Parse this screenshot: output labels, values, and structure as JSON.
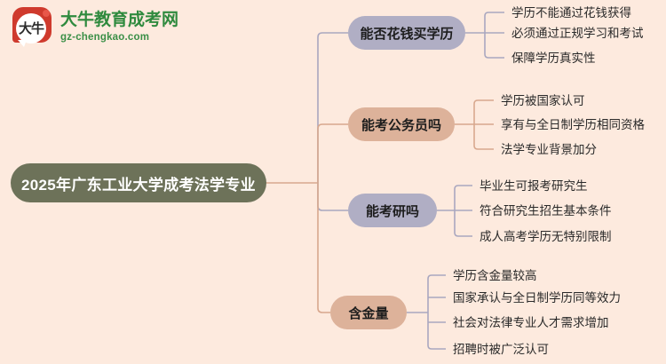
{
  "header": {
    "logo_icon": "daniu-speech-bubble-logo",
    "logo_disc_text": "大牛",
    "brand_name": "大牛教育成考网",
    "brand_url": "gz-chengkao.com",
    "brand_color": "#2f8a3e"
  },
  "colors": {
    "background": "#fdeade",
    "root_fill": "#6d7259",
    "root_text": "#ffffff",
    "branch_purple": "#b0aec4",
    "branch_tan": "#ddb29a",
    "connector_purple": "#a9a7bf",
    "connector_tan": "#d8a88e",
    "leaf_text": "#2a2a2a"
  },
  "mindmap": {
    "root": {
      "label": "2025年广东工业大学成考法学专业"
    },
    "branches": [
      {
        "label": "能否花钱买学历",
        "color": "#b0aec4",
        "leaves": [
          "学历不能通过花钱获得",
          "必须通过正规学习和考试",
          "保障学历真实性"
        ]
      },
      {
        "label": "能考公务员吗",
        "color": "#ddb29a",
        "leaves": [
          "学历被国家认可",
          "享有与全日制学历相同资格",
          "法学专业背景加分"
        ]
      },
      {
        "label": "能考研吗",
        "color": "#b0aec4",
        "leaves": [
          "毕业生可报考研究生",
          "符合研究生招生基本条件",
          "成人高考学历无特别限制"
        ]
      },
      {
        "label": "含金量",
        "color": "#ddb29a",
        "leaves": [
          "学历含金量较高",
          "国家承认与全日制学历同等效力",
          "社会对法律专业人才需求增加",
          "招聘时被广泛认可"
        ]
      }
    ]
  }
}
